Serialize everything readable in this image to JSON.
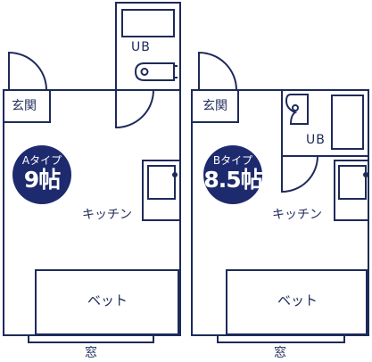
{
  "colors": {
    "line": "#1e2a5a",
    "badge": "#1e2a6e",
    "background": "#ffffff"
  },
  "plans": [
    {
      "entrance": "玄関",
      "ub": "UB",
      "type": "Aタイプ",
      "size": "9帖",
      "kitchen": "キッチン",
      "bed": "ベット",
      "window": "窓"
    },
    {
      "entrance": "玄関",
      "ub": "UB",
      "type": "Bタイプ",
      "size": "8.5帖",
      "kitchen": "キッチン",
      "bed": "ベット",
      "window": "窓"
    }
  ]
}
